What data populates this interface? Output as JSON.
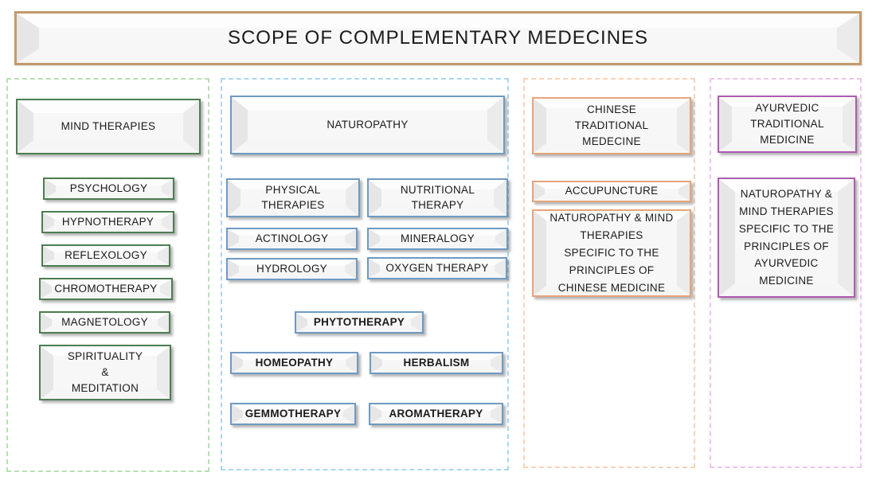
{
  "title": "SCOPE OF COMPLEMENTARY MEDECINES",
  "palette": {
    "title_border": "#c49a6c",
    "mind_green": "#4d7d51",
    "mind_green_dash": "#b5e2b0",
    "naturopathy_blue": "#6e9ac2",
    "naturopathy_blue_dash": "#aed6ef",
    "chinese_orange": "#e6a478",
    "chinese_orange_dash": "#f7d4b8",
    "ayurvedic_purple": "#b15bb1",
    "ayurvedic_purple_dash": "#edc6ec"
  },
  "columns": {
    "mind": {
      "header": "MIND THERAPIES",
      "items": [
        "PSYCHOLOGY",
        "HYPNOTHERAPY",
        "REFLEXOLOGY",
        "CHROMOTHERAPY",
        "MAGNETOLOGY",
        "SPIRITUALITY\n&\nMEDITATION"
      ]
    },
    "naturopathy": {
      "header": "NATUROPATHY",
      "grid_items": [
        "PHYSICAL\nTHERAPIES",
        "NUTRITIONAL\nTHERAPY",
        "ACTINOLOGY",
        "MINERALOGY",
        "HYDROLOGY",
        "OXYGEN THERAPY"
      ],
      "remedy_items": [
        "PHYTOTHERAPY",
        "HOMEOPATHY",
        "HERBALISM",
        "GEMMOTHERAPY",
        "AROMATHERAPY"
      ]
    },
    "chinese": {
      "header": "CHINESE\nTRADITIONAL\nMEDECINE",
      "items": [
        "ACCUPUNCTURE",
        "NATUROPATHY & MIND\nTHERAPIES\nSPECIFIC TO THE\nPRINCIPLES OF\nCHINESE MEDICINE"
      ]
    },
    "ayurvedic": {
      "header": "AYURVEDIC\nTRADITIONAL\nMEDICINE",
      "items": [
        "NATUROPATHY &\nMIND THERAPIES\nSPECIFIC TO THE\nPRINCIPLES OF\nAYURVEDIC\nMEDICINE"
      ]
    }
  }
}
